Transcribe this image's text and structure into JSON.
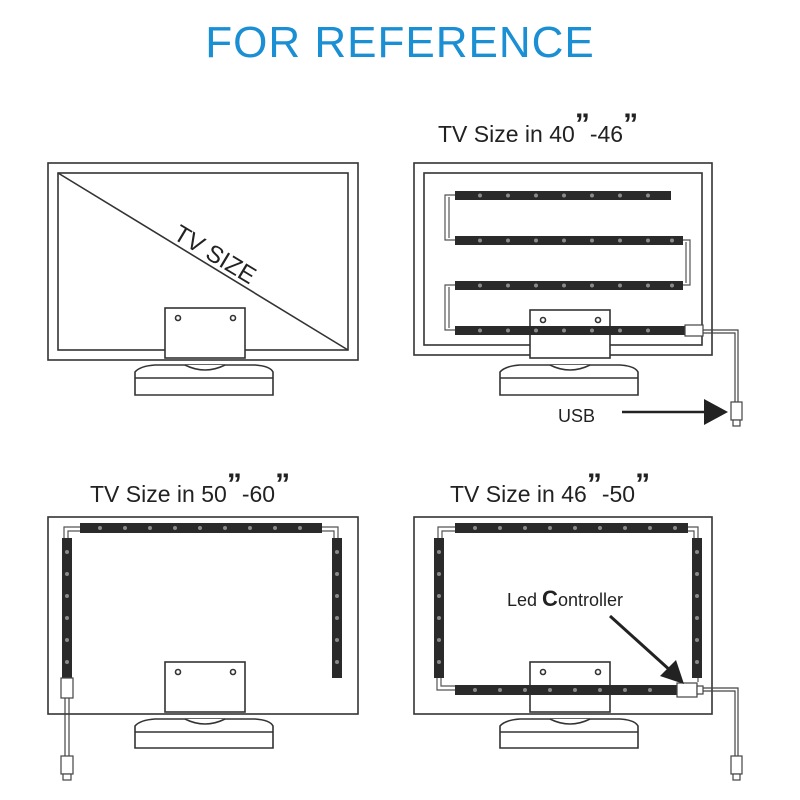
{
  "header": {
    "title": "FOR REFERENCE"
  },
  "colors": {
    "title": "#1a8fd3",
    "line": "#333333",
    "strip": "#2a2a2a",
    "led": "#8a8a8a"
  },
  "panels": [
    {
      "id": "tv-size",
      "diagonal_label": "TV SIZE"
    },
    {
      "id": "size-40-46",
      "caption_main": "TV Size ",
      "caption_in": "in ",
      "caption_a": "40",
      "caption_sep": "-",
      "caption_b": "46",
      "quote": "”",
      "usb_label": "USB"
    },
    {
      "id": "size-50-60",
      "caption_main": "TV Size ",
      "caption_in": "in ",
      "caption_a": "50",
      "caption_sep": "-",
      "caption_b": "60",
      "quote": "”"
    },
    {
      "id": "size-46-50",
      "caption_main": "TV Size ",
      "caption_in": "in ",
      "caption_a": "46",
      "caption_sep": "-",
      "caption_b": "50",
      "quote": "”",
      "controller_label_pre": "Led ",
      "controller_label_c": "C",
      "controller_label_post": "ontroller"
    }
  ]
}
